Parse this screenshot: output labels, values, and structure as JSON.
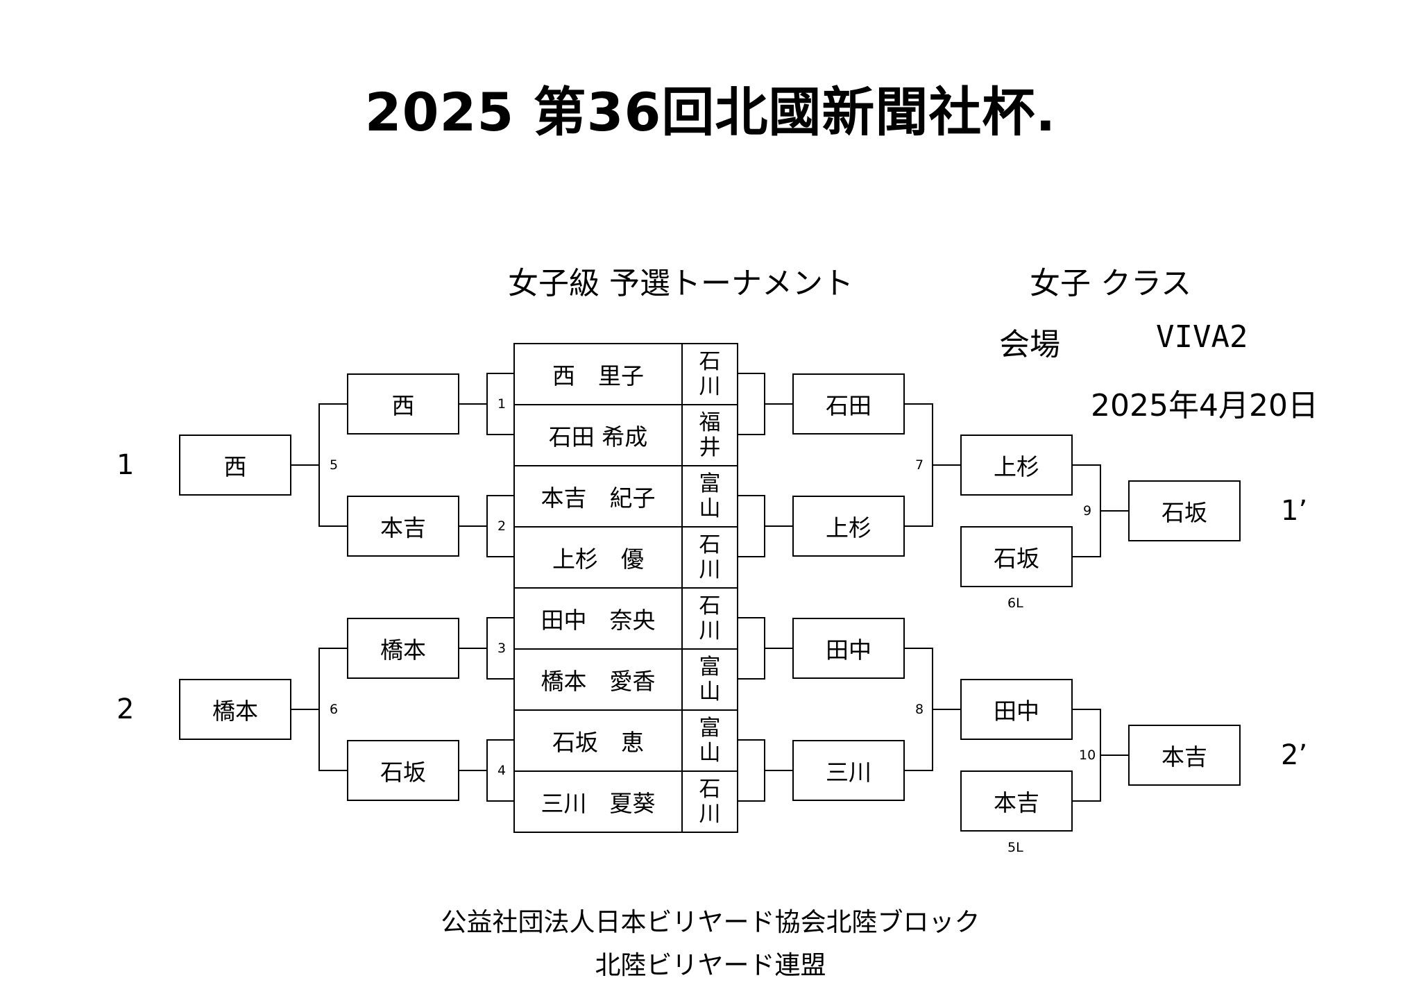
{
  "header": {
    "title": "2025 第36回北國新聞社杯.",
    "tournament": "女子級 予選トーナメント",
    "class_label": "女子 クラス",
    "venue_label": "会場",
    "venue": "VIVA2",
    "date": "2025年4月20日"
  },
  "entries": [
    {
      "name": "西　里子",
      "pref": [
        "石",
        "川"
      ]
    },
    {
      "name": "石田 希成",
      "pref": [
        "福",
        "井"
      ]
    },
    {
      "name": "本吉　紀子",
      "pref": [
        "富",
        "山"
      ]
    },
    {
      "name": "上杉　優",
      "pref": [
        "石",
        "川"
      ]
    },
    {
      "name": "田中　奈央",
      "pref": [
        "石",
        "川"
      ]
    },
    {
      "name": "橋本　愛香",
      "pref": [
        "富",
        "山"
      ]
    },
    {
      "name": "石坂　恵",
      "pref": [
        "富",
        "山"
      ]
    },
    {
      "name": "三川　夏葵",
      "pref": [
        "石",
        "川"
      ]
    }
  ],
  "left": {
    "round1": [
      "西",
      "本吉",
      "橋本",
      "石坂"
    ],
    "round2": [
      "西",
      "橋本"
    ]
  },
  "right": {
    "round1": [
      "石田",
      "上杉",
      "田中",
      "三川"
    ],
    "round2": [
      "上杉",
      "石坂",
      "田中",
      "本吉"
    ],
    "final": [
      "石坂",
      "本吉"
    ]
  },
  "matches": [
    "1",
    "2",
    "3",
    "4",
    "5",
    "6",
    "7",
    "8",
    "9",
    "10"
  ],
  "seeds": {
    "left": [
      "1",
      "2"
    ],
    "right": [
      "1’",
      "2’"
    ]
  },
  "losers": [
    "6L",
    "5L"
  ],
  "footer": {
    "line1": "公益社団法人日本ビリヤード協会北陸ブロック",
    "line2": "北陸ビリヤード連盟"
  }
}
